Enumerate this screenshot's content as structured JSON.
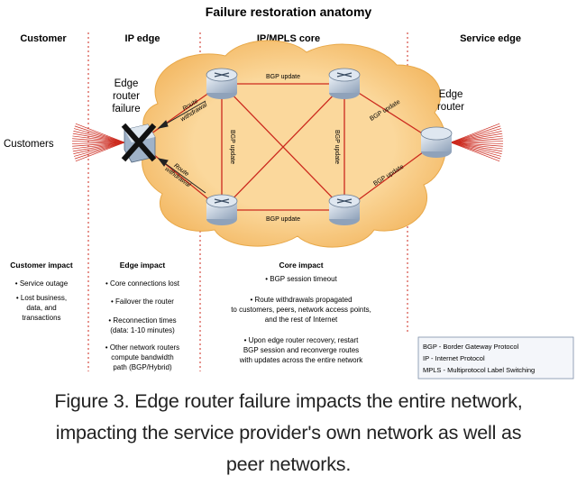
{
  "title": "Failure restoration anatomy",
  "columns": {
    "customer": "Customer",
    "ip_edge": "IP edge",
    "core": "IP/MPLS core",
    "service_edge": "Service edge"
  },
  "labels": {
    "customers": "Customers",
    "edge_router_failure": [
      "Edge",
      "router",
      "failure"
    ],
    "edge_router": [
      "Edge",
      "router"
    ],
    "route_withdrawal_top": [
      "Route",
      "withdrawal"
    ],
    "route_withdrawal_bottom": [
      "Route",
      "withdrawal"
    ],
    "bgp_update_top": "BGP update",
    "bgp_update_bottom": "BGP update",
    "bgp_update_left": "BGP update",
    "bgp_update_right": "BGP update",
    "bgp_update_se_top": "BGP update",
    "bgp_update_se_bottom": "BGP update"
  },
  "impacts": {
    "customer": {
      "heading": "Customer impact",
      "items": [
        [
          "• Service outage"
        ],
        [
          "• Lost business,",
          "data, and",
          "transactions"
        ]
      ]
    },
    "edge": {
      "heading": "Edge impact",
      "items": [
        [
          "• Core connections lost"
        ],
        [
          "• Failover the router"
        ],
        [
          "• Reconnection times",
          "(data: 1-10 minutes)"
        ],
        [
          "• Other network routers",
          "compute bandwidth",
          "path (BGP/Hybrid)"
        ]
      ]
    },
    "core": {
      "heading": "Core impact",
      "items": [
        [
          "• BGP session timeout"
        ],
        [
          "• Route withdrawals propagated",
          "to customers, peers, network access points,",
          "and the rest of Internet"
        ],
        [
          "• Upon edge router recovery, restart",
          "BGP session and reconverge routes",
          "with updates across the entire network"
        ]
      ]
    }
  },
  "legend": [
    "BGP - Border Gateway Protocol",
    "IP - Internet Protocol",
    "MPLS - Multiprotocol Label Switching"
  ],
  "caption": [
    "Figure 3. Edge router failure impacts the entire network,",
    "impacting the service provider's own network as well as",
    "peer networks."
  ],
  "colors": {
    "cloud_fill": "#f7c97a",
    "cloud_inner": "#fbd99a",
    "link": "#cc2a1e",
    "divider": "#cc2a1e",
    "router_body": "#c9d4e2",
    "failure_x": "#111111"
  }
}
